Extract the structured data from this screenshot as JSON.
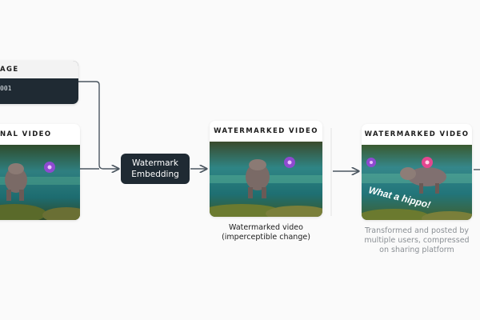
{
  "message": {
    "header": "AGE",
    "value": "001"
  },
  "original": {
    "header": "NAL VIDEO"
  },
  "embedding": {
    "line1": "Watermark",
    "line2": "Embedding"
  },
  "watermarked": {
    "header": "WATERMARKED VIDEO",
    "caption_line1": "Watermarked video",
    "caption_line2": "(imperceptible change)"
  },
  "transformed": {
    "header": "WATERMARKED VIDEO",
    "overlay_text": "What a hippo!",
    "caption_line1": "Transformed and posted by",
    "caption_line2": "multiple users, compressed",
    "caption_line3": "on sharing platform"
  },
  "colors": {
    "dark_box": "#1f2a33",
    "connector": "#4b5660",
    "caption_dark": "#1c1c1c",
    "caption_muted": "#8a8f94"
  }
}
